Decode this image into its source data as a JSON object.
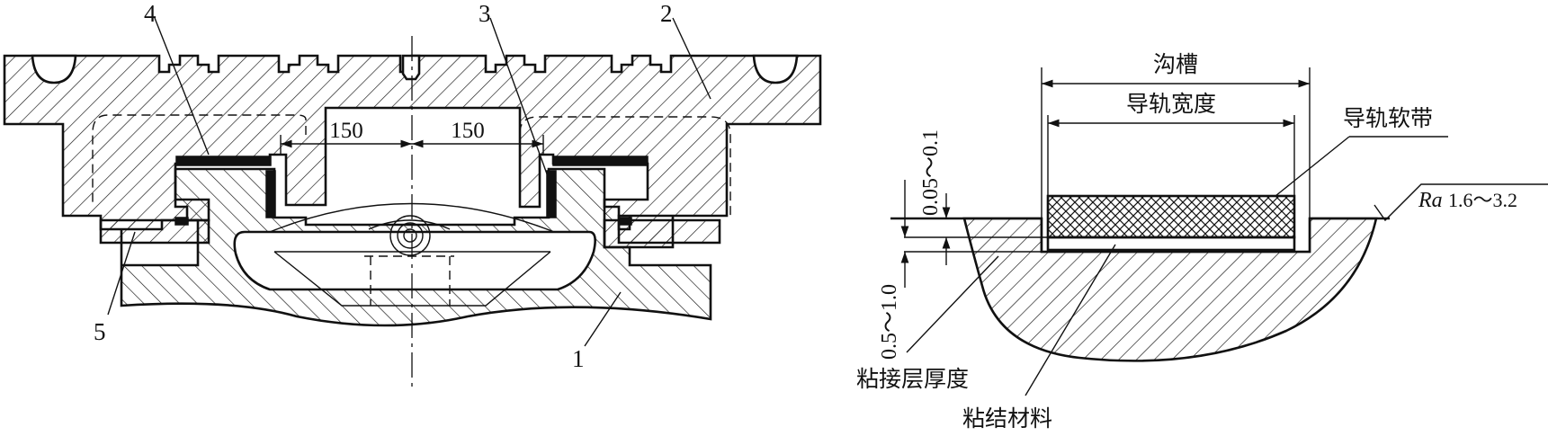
{
  "left_figure": {
    "part_numbers": [
      "1",
      "2",
      "3",
      "4",
      "5"
    ],
    "dimensions": [
      "150",
      "150"
    ]
  },
  "right_figure": {
    "groove_label": "沟槽",
    "rail_width_label": "导轨宽度",
    "soft_strip_label": "导轨软带",
    "roughness_symbol": "Ra",
    "roughness_value": "1.6～3.2",
    "groove_depth_label": "0.05～0.1",
    "layer_thickness_dim": "0.5～1.0",
    "bond_thickness_label": "粘接层厚度",
    "adhesive_label": "粘结材料"
  }
}
